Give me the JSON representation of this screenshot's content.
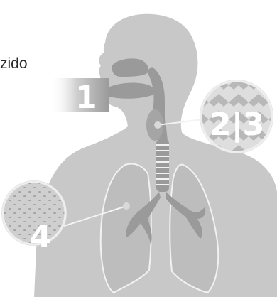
{
  "caption_fragment": "zido",
  "markers": {
    "one": "1",
    "two_three": "2|3",
    "four": "4"
  },
  "colors": {
    "body_fill": "#c8c8c8",
    "airway_fill": "#9a9a9a",
    "lung_fill": "#bdbdbd",
    "lung_edge": "#f2f2f2",
    "highlight": "#d9d9d9",
    "background": "#ffffff"
  },
  "icons": [
    "human-silhouette-icon",
    "lungs-icon",
    "trachea-icon",
    "bronchi-icon",
    "alveoli-magnifier-icon",
    "cilia-magnifier-icon"
  ]
}
